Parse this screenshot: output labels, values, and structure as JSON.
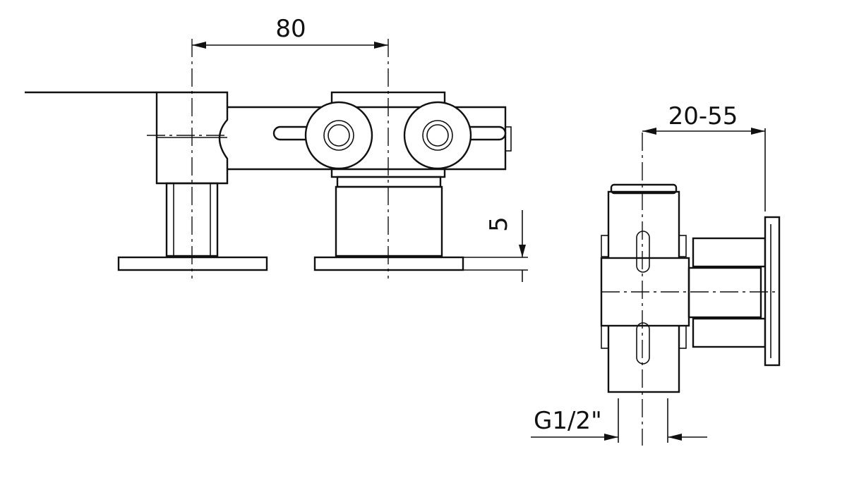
{
  "dimensions": {
    "width_80": "80",
    "range_20_55": "20-55",
    "offset_5": "5",
    "thread_g12": "G1/2\""
  }
}
